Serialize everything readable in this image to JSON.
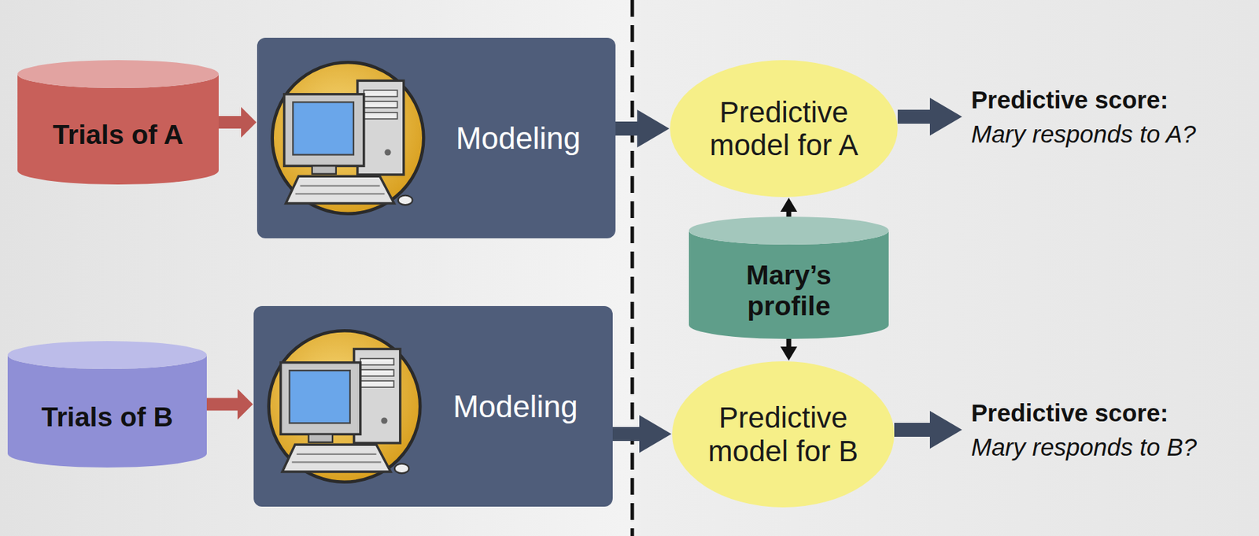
{
  "diagram": {
    "nodes": [
      {
        "text": [
          "Trials of A"
        ]
      },
      {
        "text": [
          "Modeling"
        ]
      },
      {
        "text": [
          "Predictive model for A"
        ]
      },
      {
        "text": [
          "Predictive score:",
          "Mary responds to A?"
        ]
      },
      {
        "text": [
          "Mary’s profile"
        ]
      },
      {
        "text": [
          "Trials of B"
        ]
      },
      {
        "text": [
          "Modeling"
        ]
      },
      {
        "text": [
          "Predictive model for B"
        ]
      },
      {
        "text": [
          "Predictive score:",
          "Mary responds to B?"
        ]
      }
    ],
    "edges": [
      {
        "from": 0,
        "to": 1,
        "arrow": "to"
      },
      {
        "from": 1,
        "to": 2,
        "arrow": "to"
      },
      {
        "from": 2,
        "to": 3,
        "arrow": "to"
      },
      {
        "from": 4,
        "to": 2,
        "arrow": "to"
      },
      {
        "from": 4,
        "to": 7,
        "arrow": "to"
      },
      {
        "from": 5,
        "to": 6,
        "arrow": "to"
      },
      {
        "from": 6,
        "to": 7,
        "arrow": "to"
      },
      {
        "from": 7,
        "to": 8,
        "arrow": "to"
      }
    ]
  }
}
